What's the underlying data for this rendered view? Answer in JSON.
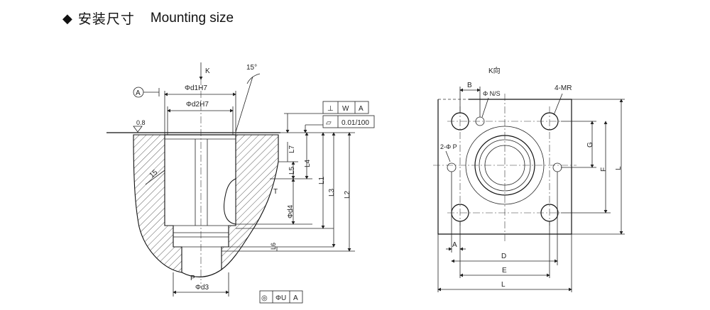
{
  "header": {
    "bullet": "◆",
    "title_cn": "安装尺寸",
    "title_en": "Mounting size"
  },
  "section": {
    "datum_a": "A",
    "arrow_k": "K",
    "angle_15_top": "15°",
    "angle_15_side": "15",
    "d1": "Φd1H7",
    "d2": "Φd2H7",
    "d3": "Φd3",
    "d4": "Φd4",
    "roughness": "0.8",
    "p": "P",
    "t": "T",
    "l1": "L1",
    "l2": "L2",
    "l3": "L3",
    "l4": "L4",
    "l5": "L5",
    "l6": "L6",
    "l7": "L7",
    "fcf1_symbol": "⊥",
    "fcf1_tol": "W",
    "fcf1_datum": "A",
    "fcf2_symbol": "▱",
    "fcf2_value": "0.01/100",
    "fcf3_symbol": "◎",
    "fcf3_tol": "ΦU",
    "fcf3_datum": "A"
  },
  "view_k": {
    "title": "K向",
    "b": "B",
    "ns": "Φ N/S",
    "mr": "4-MR",
    "p2": "2-Φ P",
    "g": "G",
    "f": "F",
    "l_right": "L",
    "a": "A",
    "d": "D",
    "e": "E",
    "l_bottom": "L"
  }
}
